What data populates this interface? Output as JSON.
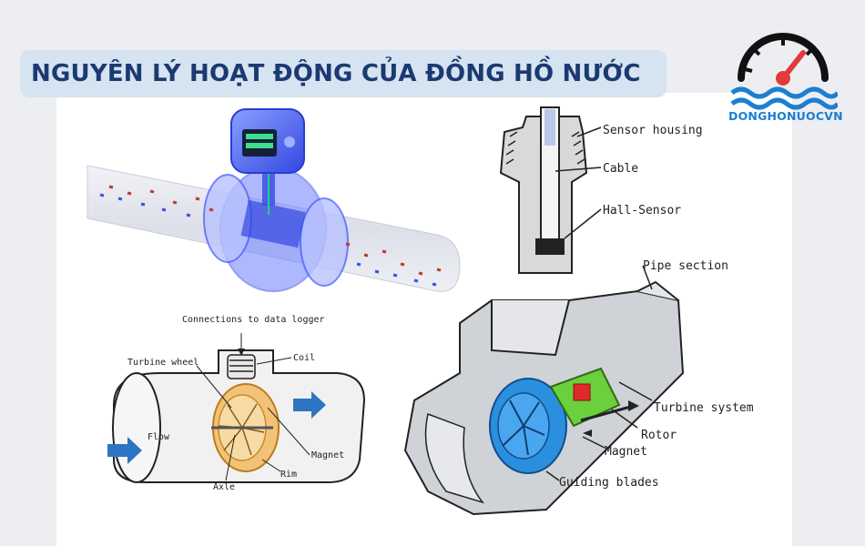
{
  "header": {
    "title": "NGUYÊN LÝ HOẠT ĐỘNG CỦA ĐỒNG HỒ NƯỚC"
  },
  "logo": {
    "brand": "DONGHONUOCVN",
    "icon": "water-meter-gauge-icon",
    "accent": "#e23a3a",
    "brand_color": "#1c7fd0"
  },
  "colors": {
    "title_text": "#1b3a72",
    "title_bg": "#d6e3f0",
    "electromagnetic_blue": "#4f6cff",
    "rotor_green": "#6ccf3c",
    "guide_blue": "#2b8fe0"
  },
  "hall_sensor_diagram": {
    "labels": {
      "sensor_housing": "Sensor housing",
      "cable": "Cable",
      "hall_sensor": "Hall-Sensor"
    }
  },
  "turbine_wheel_diagram": {
    "labels": {
      "connections": "Connections to data logger",
      "coil": "Coil",
      "turbine_wheel": "Turbine wheel",
      "flow": "Flow",
      "magnet": "Magnet",
      "rim": "Rim",
      "axle": "Axle"
    }
  },
  "turbine_meter_diagram": {
    "labels": {
      "pipe_section": "Pipe section",
      "turbine_system": "Turbine system",
      "rotor": "Rotor",
      "magnet": "Magnet",
      "guiding_blades": "Guiding blades"
    }
  }
}
